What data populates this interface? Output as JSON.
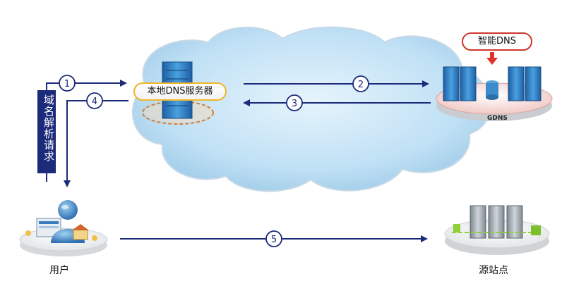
{
  "labels": {
    "request_box": "域名解析请求",
    "local_dns": "本地DNS服务器",
    "smart_dns": "智能DNS",
    "gdns": "GDNS",
    "user": "用户",
    "origin": "源站点"
  },
  "steps": [
    "1",
    "2",
    "3",
    "4",
    "5"
  ],
  "colors": {
    "arrow": "#1b2a79",
    "cloud": "#bfe0f5",
    "pill_border_local": "#f0b429",
    "pill_border_gdns": "#d0372c",
    "server_blue": "#2f7fc4"
  },
  "icons": [
    "cloud-icon",
    "server-icon",
    "gdns-servers-icon",
    "user-icon",
    "origin-servers-icon"
  ]
}
